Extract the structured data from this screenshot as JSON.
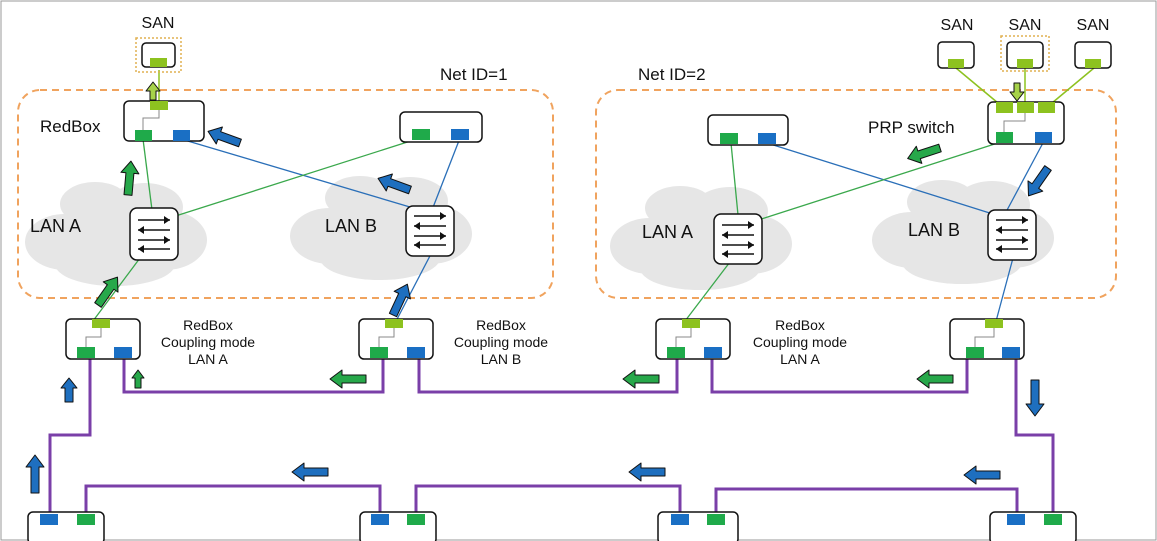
{
  "labels": {
    "san": "SAN",
    "net1": "Net ID=1",
    "net2": "Net ID=2",
    "redbox": "RedBox",
    "prp_switch": "PRP switch",
    "lan_a": "LAN A",
    "lan_b": "LAN B",
    "coupling1": [
      "RedBox",
      "Coupling mode",
      "LAN A"
    ],
    "coupling2": [
      "RedBox",
      "Coupling mode",
      "LAN B"
    ],
    "coupling3": [
      "RedBox",
      "Coupling mode",
      "LAN A"
    ]
  },
  "colors": {
    "green_port": "#1faa4a",
    "blue_port": "#1a6fc4",
    "lime_port": "#8dc21f",
    "ring": "#7a3fa8",
    "net_boundary": "#f0a35e",
    "san_boundary": "#e0b050",
    "cloud": "#e6e6e6",
    "green_line": "#3aa84c",
    "blue_line": "#2a6fb8",
    "green_arrow": "#27a84a",
    "blue_arrow": "#1e6fbf",
    "lime_arrow": "#a6d24a"
  }
}
